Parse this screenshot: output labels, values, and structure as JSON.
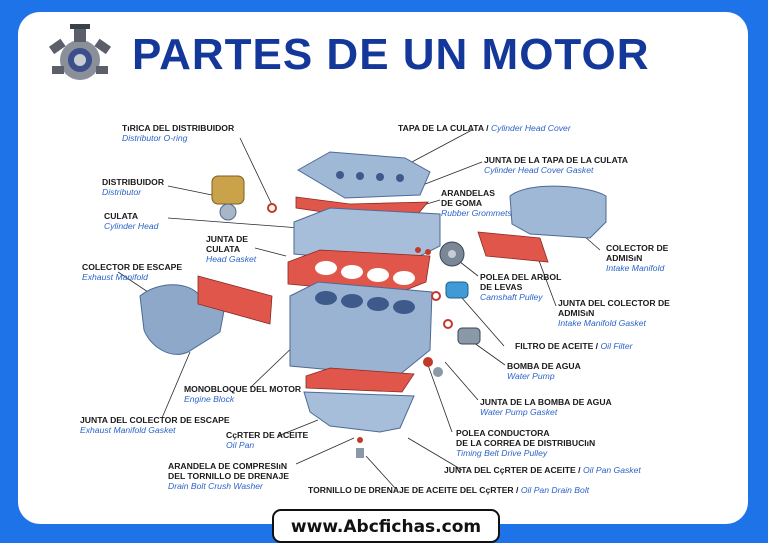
{
  "title": "PARTES DE UN MOTOR",
  "footer_url": "www.Abcfichas.com",
  "colors": {
    "background": "#1e73e8",
    "title": "#14379a",
    "gasket": "#e0564a",
    "metal": "#9fb8d6",
    "label_sub": "#2b63c9"
  },
  "labels": {
    "tirica": {
      "es": "TıRICA DEL DISTRIBUIDOR",
      "en": "Distributor O-ring"
    },
    "distribuidor": {
      "es": "DISTRIBUIDOR",
      "en": "Distributor"
    },
    "culata": {
      "es": "CULATA",
      "en": "Cylinder Head"
    },
    "junta_culata_1": "JUNTA DE",
    "junta_culata_2": "CULATA",
    "junta_culata_en": "Head Gasket",
    "colector_escape": {
      "es": "COLECTOR DE ESCAPE",
      "en": "Exhaust Manifold"
    },
    "tapa_culata": {
      "es": "TAPA DE LA CULATA /",
      "en": "Cylinder Head Cover"
    },
    "junta_tapa": {
      "es": "JUNTA DE LA TAPA DE LA CULATA",
      "en": "Cylinder Head Cover Gasket"
    },
    "arandelas_1": "ARANDELAS",
    "arandelas_2": "DE GOMA",
    "arandelas_en": "Rubber Grommets",
    "colector_admision_1": "COLECTOR DE",
    "colector_admision_2": "ADMISıN",
    "colector_admision_en": "Intake Manifold",
    "polea_arbol_1": "POLEA DEL ARBOL",
    "polea_arbol_2": "DE LEVAS",
    "polea_arbol_en": "Camshaft Pulley",
    "junta_colector_adm_1": "JUNTA DEL COLECTOR DE",
    "junta_colector_adm_2": "ADMISıN",
    "junta_colector_adm_en": "Intake Manifold Gasket",
    "filtro": {
      "es": "FILTRO DE ACEITE /",
      "en": "Oil Filter"
    },
    "bomba": {
      "es": "BOMBA DE AGUA",
      "en": "Water Pump"
    },
    "junta_bomba": {
      "es": "JUNTA DE LA BOMBA DE AGUA",
      "en": "Water Pump Gasket"
    },
    "monobloque": {
      "es": "MONOBLOQUE DEL MOTOR",
      "en": "Engine Block"
    },
    "junta_colector_esc": {
      "es": "JUNTA DEL COLECTOR DE ESCAPE",
      "en": "Exhaust Manifold Gasket"
    },
    "carter": {
      "es": "CçRTER DE ACEITE",
      "en": "Oil Pan"
    },
    "polea_conductora_1": "POLEA CONDUCTORA",
    "polea_conductora_2": "DE LA CORREA DE DISTRIBUCIıN",
    "polea_conductora_en": "Timing Belt Drive Pulley",
    "arandela_1": "ARANDELA DE COMPRESIıN",
    "arandela_2": "DEL TORNILLO DE DRENAJE",
    "arandela_en": "Drain Bolt Crush Washer",
    "junta_carter": {
      "es": "JUNTA DEL CçRTER DE ACEITE /",
      "en": "Oil Pan Gasket"
    },
    "tornillo": {
      "es": "TORNILLO DE DRENAJE DE ACEITE DEL CçRTER /",
      "en": "Oil Pan Drain Bolt"
    }
  }
}
